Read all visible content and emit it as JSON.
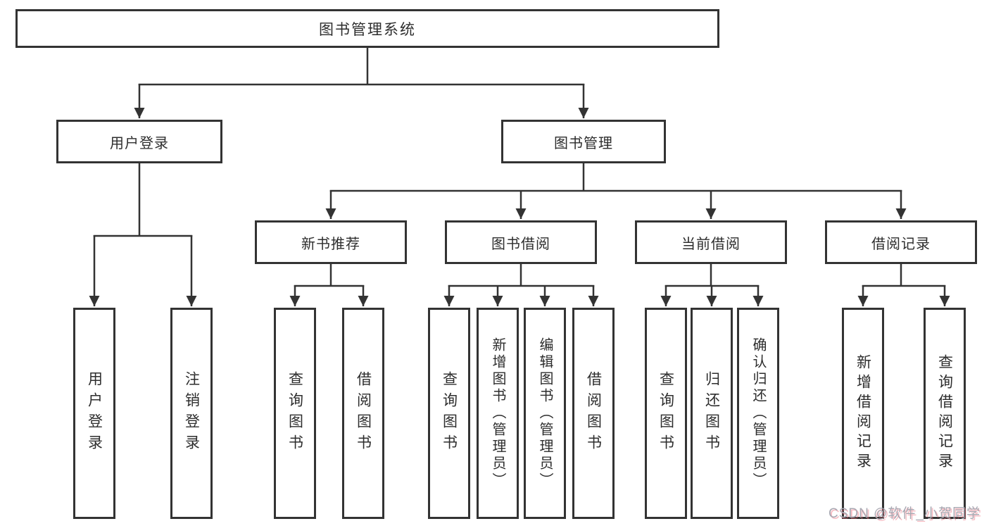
{
  "diagram": {
    "type": "hierarchy-tree",
    "root": {
      "label": "图书管理系统"
    },
    "branches": [
      {
        "label": "用户登录",
        "children": [
          {
            "label": "用户登录"
          },
          {
            "label": "注销登录"
          }
        ]
      },
      {
        "label": "图书管理",
        "children": [
          {
            "label": "新书推荐",
            "children": [
              {
                "label": "查询图书"
              },
              {
                "label": "借阅图书"
              }
            ]
          },
          {
            "label": "图书借阅",
            "children": [
              {
                "label": "查询图书"
              },
              {
                "label": "新增图书（管理员）"
              },
              {
                "label": "编辑图书（管理员）"
              },
              {
                "label": "借阅图书"
              }
            ]
          },
          {
            "label": "当前借阅",
            "children": [
              {
                "label": "查询图书"
              },
              {
                "label": "归还图书"
              },
              {
                "label": "确认归还（管理员）"
              }
            ]
          },
          {
            "label": "借阅记录",
            "children": [
              {
                "label": "新增借阅记录"
              },
              {
                "label": "查询借阅记录"
              }
            ]
          }
        ]
      }
    ]
  },
  "watermark": "CSDN @软件_小贺同学",
  "colors": {
    "line": "#333333",
    "box_border": "#333333",
    "text": "#2d2d2d",
    "background": "#ffffff",
    "watermark_gray": "#a8a8b2",
    "watermark_pink": "#eb6877"
  }
}
